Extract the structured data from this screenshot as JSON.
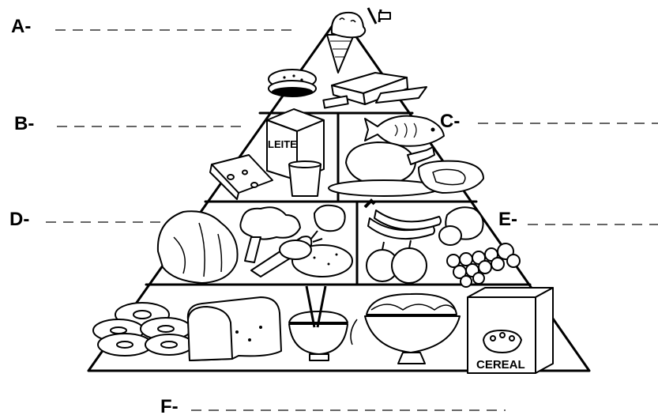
{
  "labels": {
    "a": "A-",
    "b": "B-",
    "c": "C-",
    "d": "D-",
    "e": "E-",
    "f": "F-"
  },
  "packages": {
    "milk": "LEITE",
    "cereal": "CEREAL"
  },
  "icons": {
    "tier_top": [
      "ice-cream-icon",
      "sandwich-cookie-icon",
      "butter-icon"
    ],
    "tier_protein_dairy": [
      "milk-carton-icon",
      "cheese-icon",
      "glass-icon"
    ],
    "tier_protein_meat": [
      "fish-icon",
      "chicken-icon",
      "steak-icon"
    ],
    "tier_vegetables": [
      "lettuce-icon",
      "broccoli-icon",
      "carrot-icon",
      "potato-icon"
    ],
    "tier_fruits": [
      "banana-icon",
      "apple-icon",
      "pear-icon",
      "grapes-icon"
    ],
    "tier_grains": [
      "bagel-icon",
      "bread-icon",
      "rice-bowl-icon",
      "pasta-bowl-icon",
      "cereal-box-icon"
    ]
  }
}
